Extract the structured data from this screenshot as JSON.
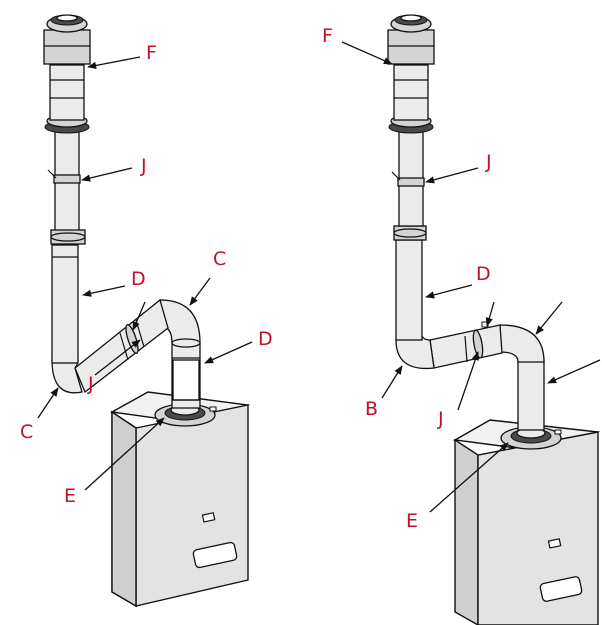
{
  "colors": {
    "label": "#c0102a",
    "outline": "#111111",
    "pipe_fill": "#ebebeb",
    "background": "#ffffff"
  },
  "left_assembly": {
    "labels": {
      "f": "F",
      "j_upper": "J",
      "c_upper": "C",
      "d_upper": "D",
      "d_right": "D",
      "c_lower": "C",
      "j_lower": "J",
      "e": "E"
    }
  },
  "right_assembly": {
    "labels": {
      "f": "F",
      "j_upper": "J",
      "d": "D",
      "b": "B",
      "j_lower": "J",
      "e": "E"
    }
  }
}
